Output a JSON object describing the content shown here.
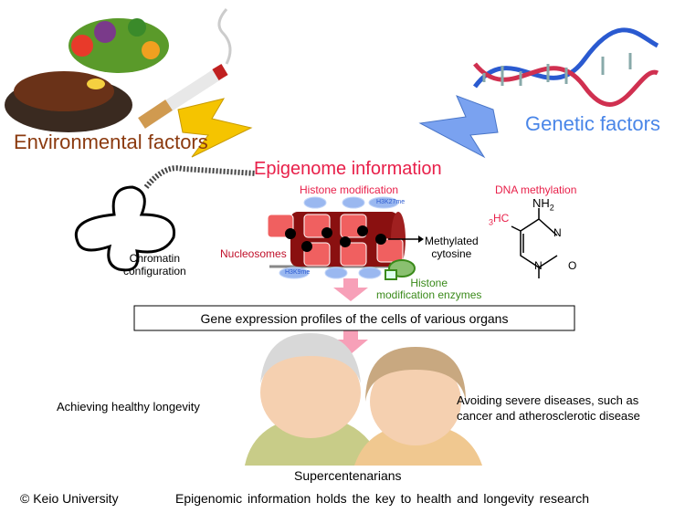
{
  "environmental_label": "Environmental factors",
  "genetic_label": "Genetic factors",
  "epigenome_title": "Epigenome information",
  "histone_modification": "Histone modification",
  "dna_methylation": "DNA methylation",
  "chromatin_configuration": "Chromatin\nconfiguration",
  "nucleosomes": "Nucleosomes",
  "methylated_cytosine": "Methylated\ncytosine",
  "histone_enzymes": "Histone\nmodification enzymes",
  "h3k27me": "H3K27me",
  "h3k9me": "H3K9me",
  "molecule": {
    "nh2": "NH",
    "sub2": "2",
    "hc": "HC",
    "sub3": "3",
    "n1": "N",
    "n2": "N",
    "o": "O"
  },
  "gene_expression": "Gene expression profiles of the cells of various organs",
  "healthy_longevity": "Achieving healthy longevity",
  "avoiding_diseases": "Avoiding severe diseases, such as\ncancer and atherosclerotic disease",
  "supercentenarians": "Supercentenarians",
  "copyright": "© Keio University",
  "caption": "Epigenomic information holds the key to health and longevity research",
  "colors": {
    "environmental": "#8b3a0f",
    "genetic": "#4a86e8",
    "epigenome": "#e8204a",
    "histone": "#e8204a",
    "enzymes": "#3a8a1a",
    "arrow": "#f7a0b8",
    "lightning_env": "#f5c400",
    "lightning_gen": "#7aa2f0"
  }
}
